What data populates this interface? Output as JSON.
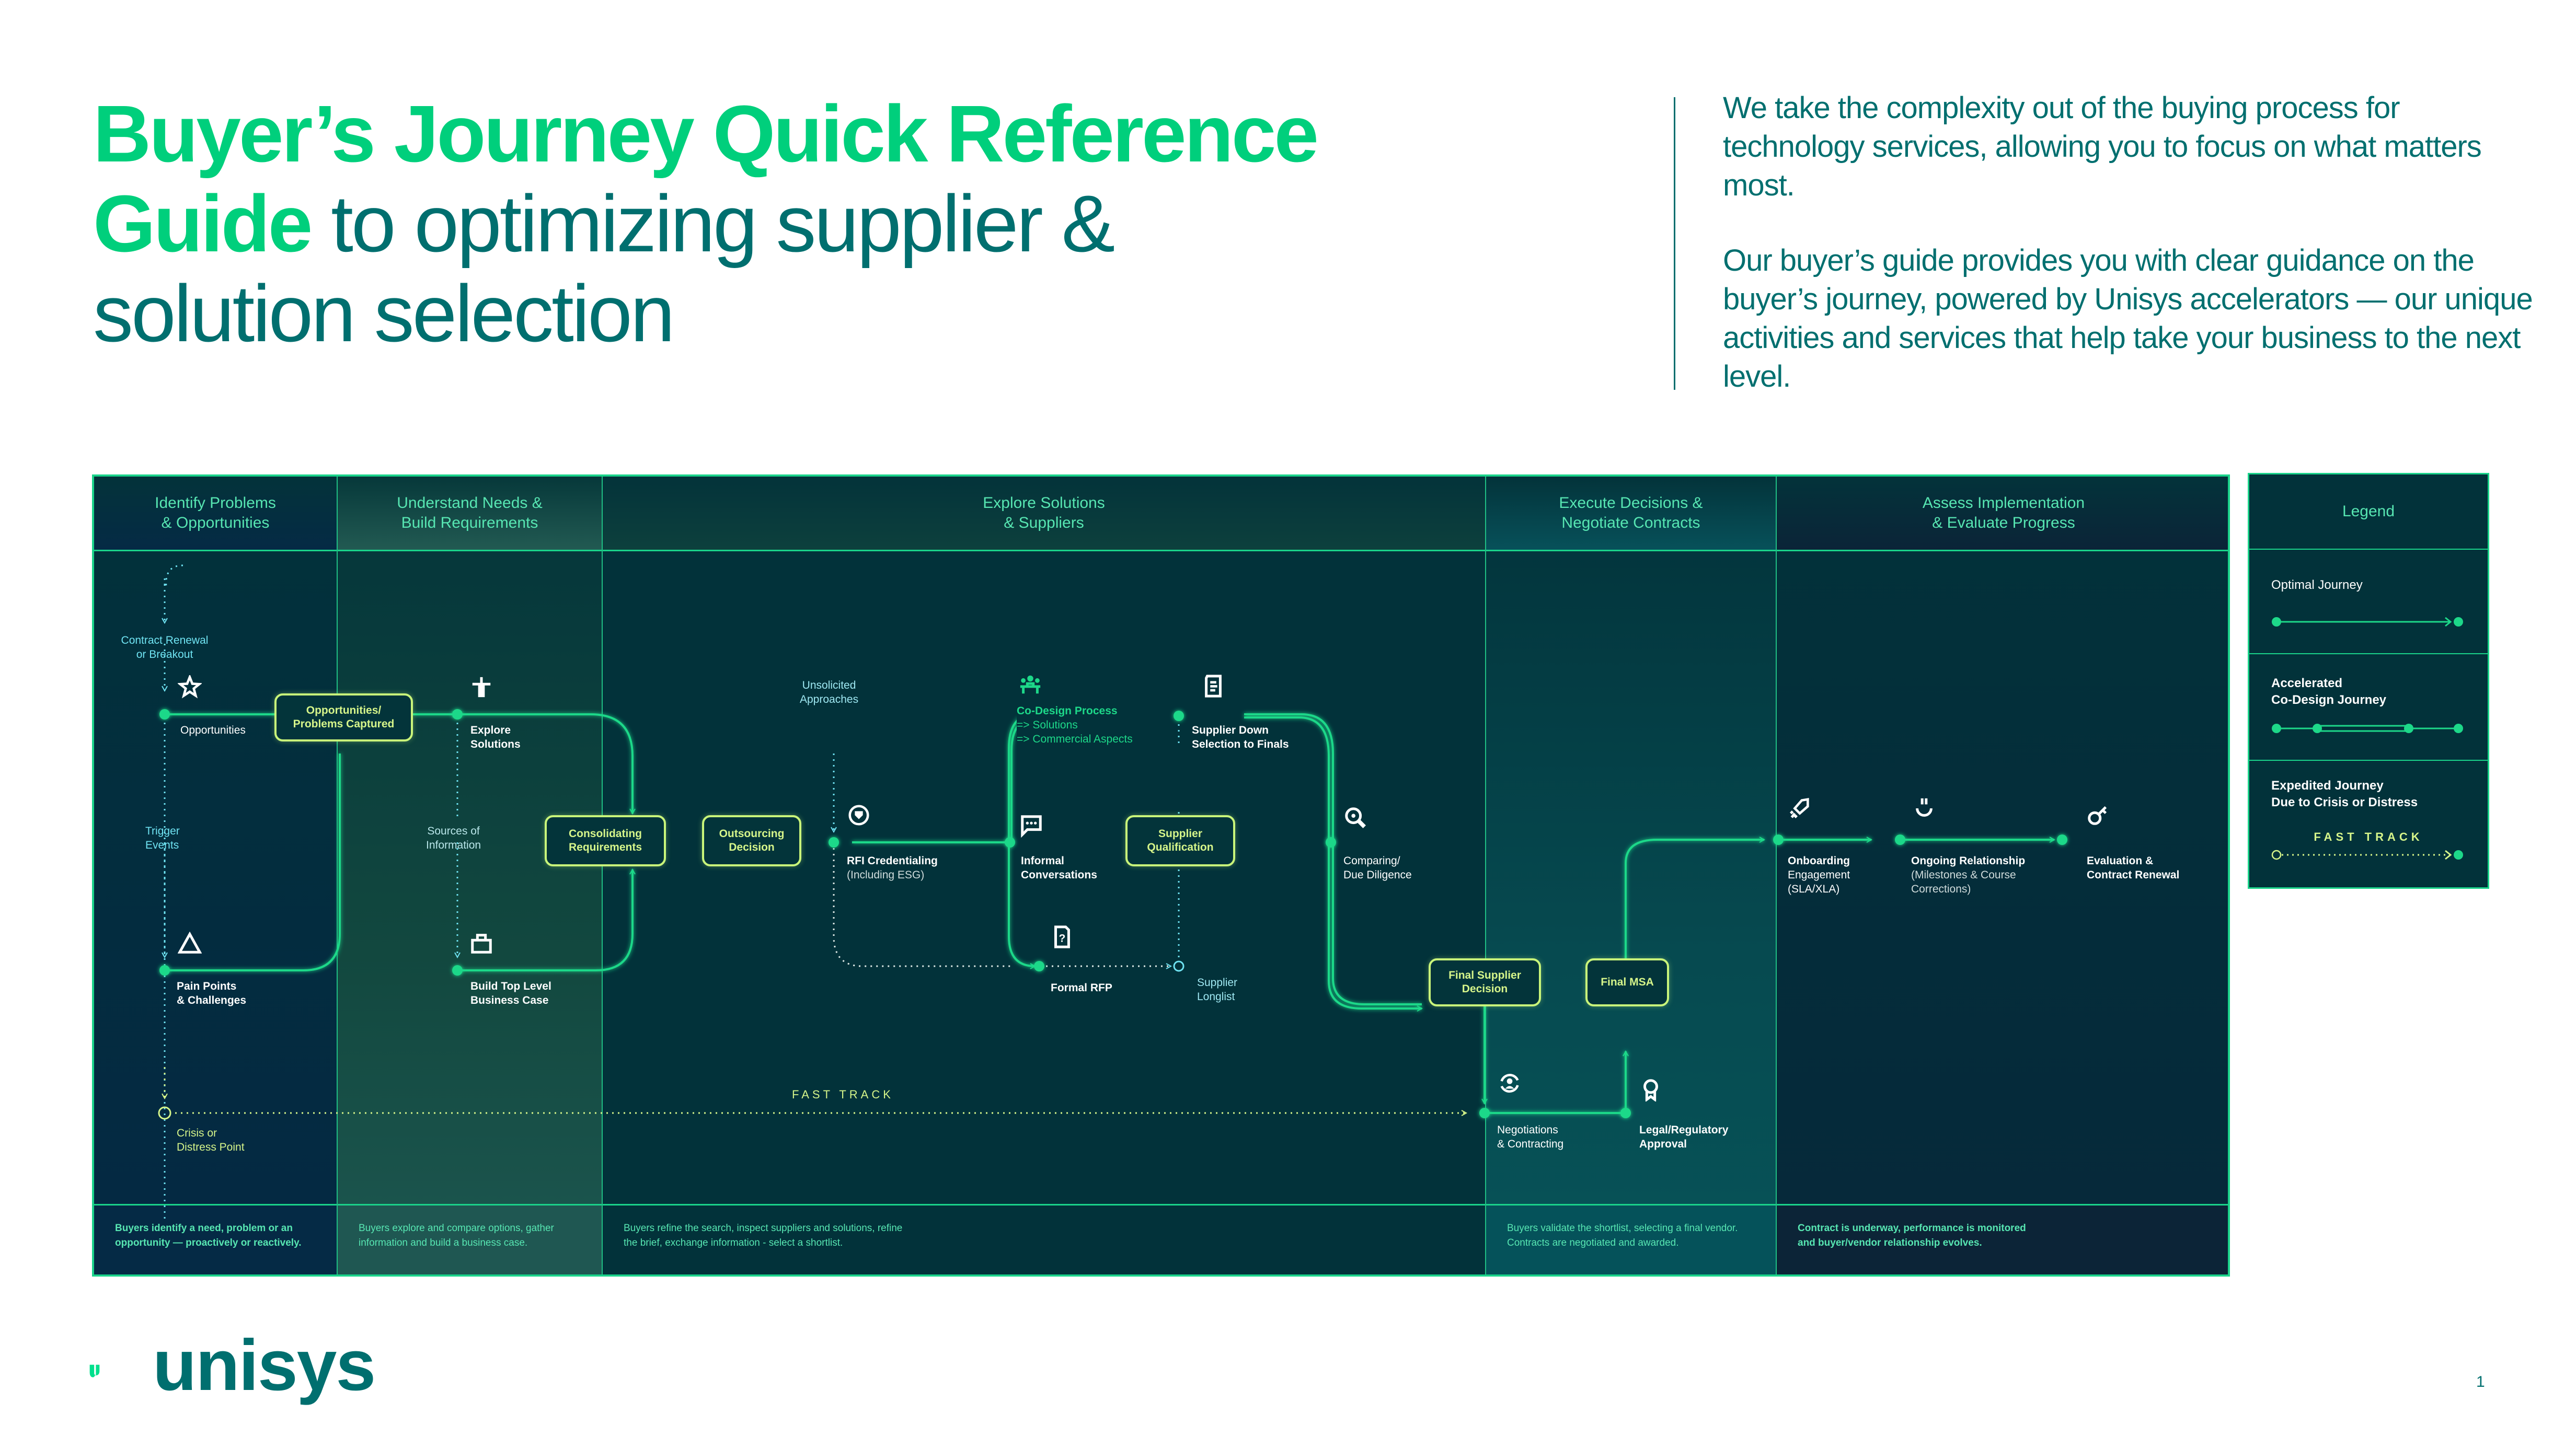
{
  "header": {
    "title_highlight": "Buyer’s Journey Quick Reference Guide",
    "title_rest": "to optimizing supplier & solution selection",
    "intro_paragraphs": [
      "We take the complexity out of the buying process for technology services, allowing you to focus on what matters most.",
      "Our buyer’s guide provides you with clear guidance on the buyer’s journey, powered by Unisys accelerators — our unique activities and services that help take your business to the next level."
    ]
  },
  "stages": [
    {
      "title_l1": "Identify Problems",
      "title_l2": "& Opportunities",
      "description": "Buyers identify a need, problem or an opportunity — proactively or reactively."
    },
    {
      "title_l1": "Understand Needs &",
      "title_l2": "Build Requirements",
      "description": "Buyers explore and compare options, gather information and build a business case."
    },
    {
      "title_l1": "Explore Solutions",
      "title_l2": "& Suppliers",
      "description": "Buyers refine the search, inspect suppliers and solutions, refine the brief, exchange information - select a shortlist."
    },
    {
      "title_l1": "Execute Decisions &",
      "title_l2": "Negotiate Contracts",
      "description": "Buyers validate the shortlist, selecting a final vendor. Contracts are negotiated and awarded."
    },
    {
      "title_l1": "Assess Implementation",
      "title_l2": "& Evaluate Progress",
      "description": "Contract is underway, performance is monitored and buyer/vendor relationship evolves."
    }
  ],
  "annotations": {
    "contract_renewal": [
      "Contract Renewal",
      "or Breakout"
    ],
    "trigger_events": [
      "Trigger",
      "Events"
    ],
    "sources_of_information": [
      "Sources of",
      "Information"
    ],
    "unsolicited_approaches": [
      "Unsolicited",
      "Approaches"
    ],
    "supplier_longlist": [
      "Supplier",
      "Longlist"
    ],
    "crisis_point": [
      "Crisis or",
      "Distress Point"
    ],
    "fast_track": "FAST TRACK",
    "co_design": {
      "title": "Co-Design Process",
      "line1": "=> Solutions",
      "line2": "=> Commercial Aspects"
    }
  },
  "steps": {
    "opportunities": {
      "l1": "Opportunities",
      "icon": "star-icon"
    },
    "pain_points": {
      "l1": "Pain Points",
      "l2": "& Challenges",
      "icon": "warning-triangle-icon"
    },
    "explore_solutions": {
      "l1": "Explore",
      "l2": "Solutions",
      "icon": "signpost-icon"
    },
    "business_case": {
      "l1": "Build Top Level",
      "l2": "Business Case",
      "icon": "briefcase-icon"
    },
    "rfi": {
      "l1": "RFI Credentialing",
      "l2": "(Including ESG)",
      "icon": "shield-refresh-icon"
    },
    "informal": {
      "l1": "Informal",
      "l2": "Conversations",
      "icon": "chat-bubble-icon"
    },
    "formal_rfp": {
      "l1": "Formal RFP",
      "icon": "document-question-icon"
    },
    "down_selection": {
      "l1": "Supplier Down",
      "l2": "Selection to Finals",
      "icon": "document-list-icon"
    },
    "comparing": {
      "l1": "Comparing/",
      "l2": "Due Diligence",
      "icon": "magnifier-icon"
    },
    "negotiations": {
      "l1": "Negotiations",
      "l2": "& Contracting",
      "icon": "user-refresh-icon"
    },
    "legal": {
      "l1": "Legal/Regulatory",
      "l2": "Approval",
      "icon": "award-ribbon-icon"
    },
    "onboarding": {
      "l1": "Onboarding",
      "l2": "Engagement",
      "l3": "(SLA/XLA)",
      "icon": "rocket-icon"
    },
    "ongoing": {
      "l1": "Ongoing Relationship",
      "l2": "(Milestones & Course",
      "l3": "Corrections)",
      "icon": "smile-icon"
    },
    "evaluation": {
      "l1": "Evaluation &",
      "l2": "Contract Renewal",
      "icon": "key-icon"
    }
  },
  "decision_boxes": {
    "captured": [
      "Opportunities/",
      "Problems Captured"
    ],
    "consolidating": [
      "Consolidating",
      "Requirements"
    ],
    "outsourcing": [
      "Outsourcing",
      "Decision"
    ],
    "qualification": [
      "Supplier",
      "Qualification"
    ],
    "final_supplier": [
      "Final Supplier",
      "Decision"
    ],
    "final_msa": [
      "Final MSA"
    ]
  },
  "legend": {
    "title": "Legend",
    "items": [
      {
        "label_l1": "Optimal Journey",
        "label_l2": ""
      },
      {
        "label_l1": "Accelerated",
        "label_l2": "Co-Design Journey"
      },
      {
        "label_l1": "Expedited Journey",
        "label_l2": "Due to Crisis or Distress",
        "tag": "FAST TRACK"
      }
    ]
  },
  "footer": {
    "brand": "unisys",
    "page_number": "1"
  },
  "colors": {
    "brand_green": "#00cf7c",
    "brand_teal": "#006f6f",
    "path_green": "#1dd889",
    "decision_lime": "#c9f57a",
    "annotation_cyan": "#6fe3f2",
    "board_bg": "#02323a"
  }
}
